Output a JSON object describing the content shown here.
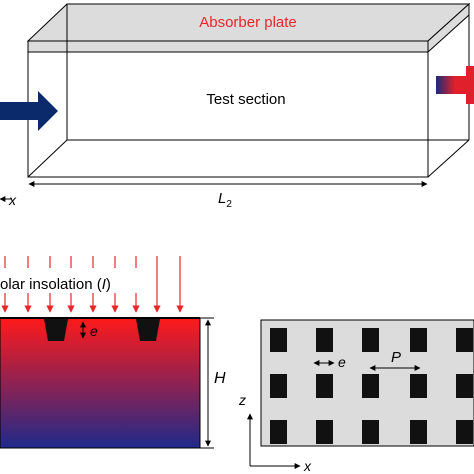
{
  "labels": {
    "absorber_plate": "Absorber plate",
    "test_section": "Test section",
    "x_axis_top": "x",
    "length_symbol": "L",
    "length_subscript": "2",
    "solar_prefix": "olar insolation (",
    "solar_symbol": "I",
    "solar_suffix": ")",
    "height_symbol": "H",
    "rib_height_symbol": "e",
    "rib_spacing_symbol": "e",
    "pitch_symbol": "P",
    "z_axis": "z",
    "x_axis_bottom": "x"
  },
  "colors": {
    "absorber_text": "#e8262a",
    "inlet_arrow": "#0b2a6b",
    "outlet_arrow_start": "#1a2a7a",
    "outlet_arrow_end": "#e0202a",
    "insolation_arrow": "#e8262a",
    "gradient_top": "#ff1a1a",
    "gradient_bottom": "#1f2a8a",
    "plate_fill": "#dcdcdc",
    "rib_fill": "#111111",
    "line": "#000000"
  },
  "icons": {
    "inlet": "right-arrow-icon",
    "outlet": "right-arrow-icon",
    "dimension": "double-arrow-icon"
  }
}
